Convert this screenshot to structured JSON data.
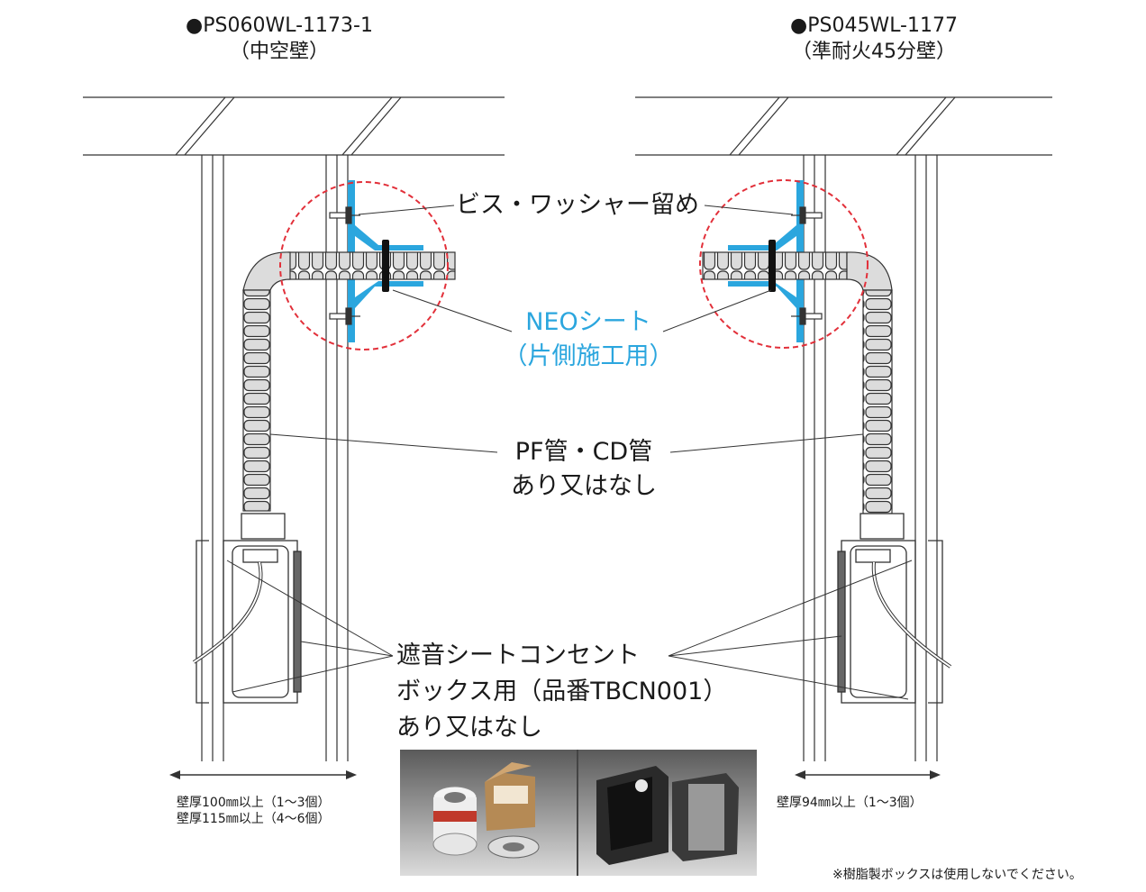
{
  "left_model": {
    "name": "●PS060WL-1173-1",
    "wall": "（中空壁）"
  },
  "right_model": {
    "name": "●PS045WL-1177",
    "wall": "（準耐火45分壁）"
  },
  "labels": {
    "screw": "ビス・ワッシャー留め",
    "neo_line1": "NEOシート",
    "neo_line2": "（片側施工用）",
    "pipe_line1": "PF管・CD管",
    "pipe_line2": "あり又はなし",
    "box_line1": "遮音シートコンセント",
    "box_line2": "ボックス用（品番TBCN001）",
    "box_line3": "あり又はなし"
  },
  "dimensions": {
    "left_line1": "壁厚100㎜以上（1〜3個）",
    "left_line2": "壁厚115㎜以上（4〜6個）",
    "right_line1": "壁厚94㎜以上（1〜3個）"
  },
  "note": "※樹脂製ボックスは使用しないでください。",
  "colors": {
    "accent_blue": "#2ba6de",
    "dashed_red": "#e2303a",
    "line": "#1a1a1a"
  }
}
